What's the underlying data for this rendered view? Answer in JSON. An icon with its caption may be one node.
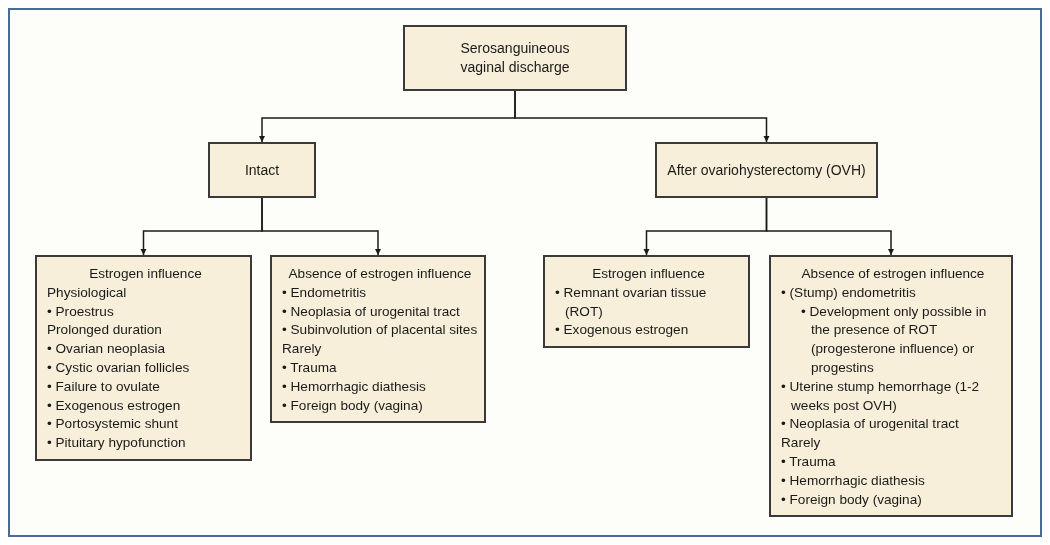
{
  "diagram": {
    "nodes": [
      {
        "text": [
          "Serosanguineous vaginal discharge"
        ]
      },
      {
        "text": [
          "Intact"
        ]
      },
      {
        "text": [
          "After ovariohysterectomy (OVH)"
        ]
      },
      {
        "text": [
          "Estrogen influence",
          "Physiological",
          "• Proestrus",
          "Prolonged duration",
          "• Ovarian neoplasia",
          "• Cystic ovarian follicles",
          "• Failure to ovulate",
          "• Exogenous estrogen",
          "• Portosystemic shunt",
          "• Pituitary hypofunction"
        ]
      },
      {
        "text": [
          "Absence of estrogen influence",
          "• Endometritis",
          "• Neoplasia of urogenital tract",
          "• Subinvolution of placental sites",
          "Rarely",
          "• Trauma",
          "• Hemorrhagic diathesis",
          "• Foreign body (vagina)"
        ]
      },
      {
        "text": [
          "Estrogen influence",
          "• Remnant ovarian tissue (ROT)",
          "• Exogenous estrogen"
        ]
      },
      {
        "text": [
          "Absence of estrogen influence",
          "• (Stump) endometritis",
          "• Development only possible in the presence of ROT (progesterone influence) or progestins",
          "• Uterine stump hemorrhage (1-2 weeks post OVH)",
          "• Neoplasia of urogenital tract",
          "Rarely",
          "• Trauma",
          "• Hemorrhagic diathesis",
          "• Foreign body (vagina)"
        ]
      }
    ],
    "edges": [
      {
        "from": 0,
        "to": 1,
        "arrow": "to"
      },
      {
        "from": 0,
        "to": 2,
        "arrow": "to"
      },
      {
        "from": 1,
        "to": 3,
        "arrow": "to"
      },
      {
        "from": 1,
        "to": 4,
        "arrow": "to"
      },
      {
        "from": 2,
        "to": 5,
        "arrow": "to"
      },
      {
        "from": 2,
        "to": 6,
        "arrow": "to"
      }
    ]
  }
}
